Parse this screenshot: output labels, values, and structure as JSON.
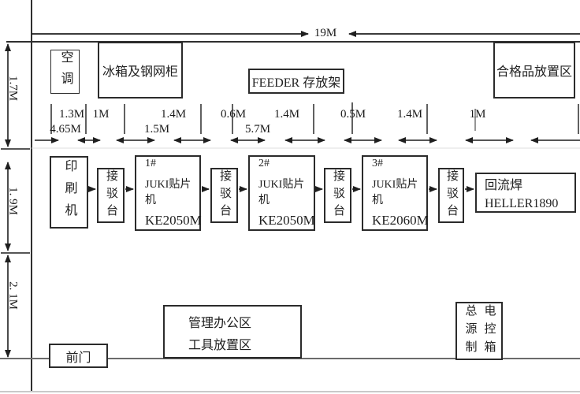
{
  "dimensions": {
    "total_width": "19M",
    "left_heights": [
      "1.7M",
      "1. 9M",
      "2. 1M"
    ],
    "row1": [
      "1.3M",
      "1M",
      "1.4M",
      "0.6M",
      "1.4M",
      "0.5M",
      "1.4M",
      "1M"
    ],
    "row2": [
      "4.65M",
      "1.5M",
      "5.7M"
    ]
  },
  "areas": {
    "air_conditioner": "空调",
    "fridge_stencil_cabinet": "冰箱及钢网柜",
    "feeder_rack": "FEEDER 存放架",
    "qualified_products": "合格品放置区",
    "management_office": "管理办公区",
    "tool_storage": "工具放置区",
    "front_door": "前门",
    "main_power_col_left": "总源制",
    "main_power_col_right": "电控箱"
  },
  "line": {
    "printer": "印刷机",
    "conveyor": "接驳台",
    "machines": [
      {
        "no": "1#",
        "name": "JUKI贴片机",
        "model": "KE2050M"
      },
      {
        "no": "2#",
        "name": "JUKI贴片机",
        "model": "KE2050M"
      },
      {
        "no": "3#",
        "name": "JUKI贴片机",
        "model": "KE2060M"
      }
    ],
    "reflow": {
      "name": "回流焊",
      "model": "HELLER1890"
    }
  },
  "colors": {
    "line_dark": "#2b2b2b",
    "wall_gray": "#6b6b6b",
    "background": "#ffffff"
  }
}
